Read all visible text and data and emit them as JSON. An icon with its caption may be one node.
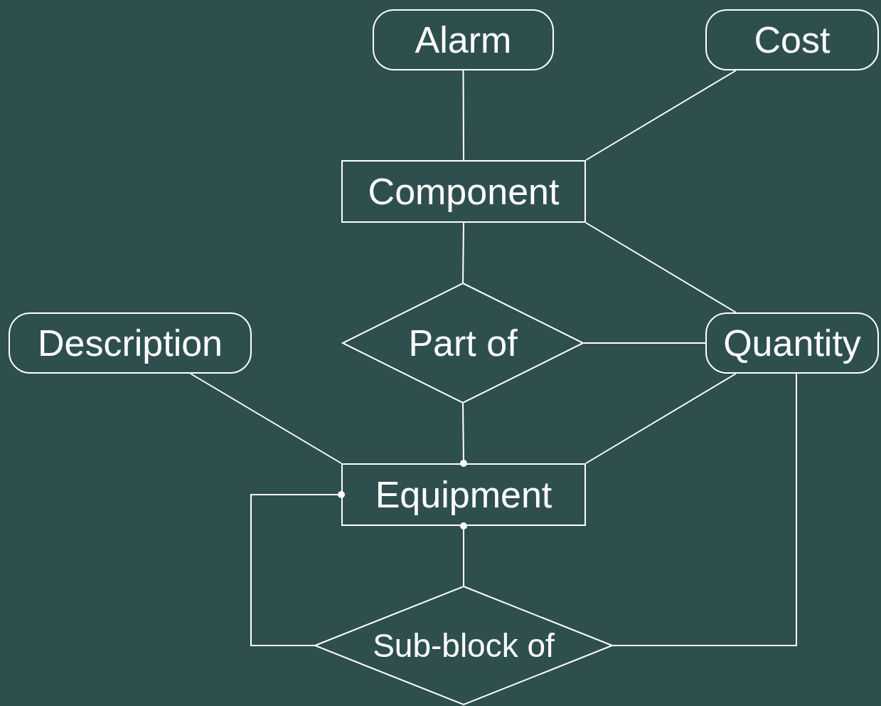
{
  "diagram": {
    "nodes": [
      {
        "text": [
          "Alarm"
        ]
      },
      {
        "text": [
          "Cost"
        ]
      },
      {
        "text": [
          "Component"
        ]
      },
      {
        "text": [
          "Description"
        ]
      },
      {
        "text": [
          "Part of"
        ]
      },
      {
        "text": [
          "Quantity"
        ]
      },
      {
        "text": [
          "Equipment"
        ]
      },
      {
        "text": [
          "Sub-block of"
        ]
      }
    ],
    "edges": [
      {
        "from": 0,
        "to": 2,
        "arrow": "none"
      },
      {
        "from": 1,
        "to": 2,
        "arrow": "none"
      },
      {
        "from": 2,
        "to": 4,
        "arrow": "none"
      },
      {
        "from": 2,
        "to": 5,
        "arrow": "none"
      },
      {
        "from": 4,
        "to": 5,
        "arrow": "none"
      },
      {
        "from": 4,
        "to": 6,
        "arrow": "other"
      },
      {
        "from": 3,
        "to": 6,
        "arrow": "none"
      },
      {
        "from": 5,
        "to": 6,
        "arrow": "none"
      },
      {
        "from": 7,
        "to": 6,
        "arrow": "other"
      },
      {
        "from": 7,
        "to": 6,
        "arrow": "other"
      },
      {
        "from": 5,
        "to": 7,
        "arrow": "none"
      }
    ]
  }
}
